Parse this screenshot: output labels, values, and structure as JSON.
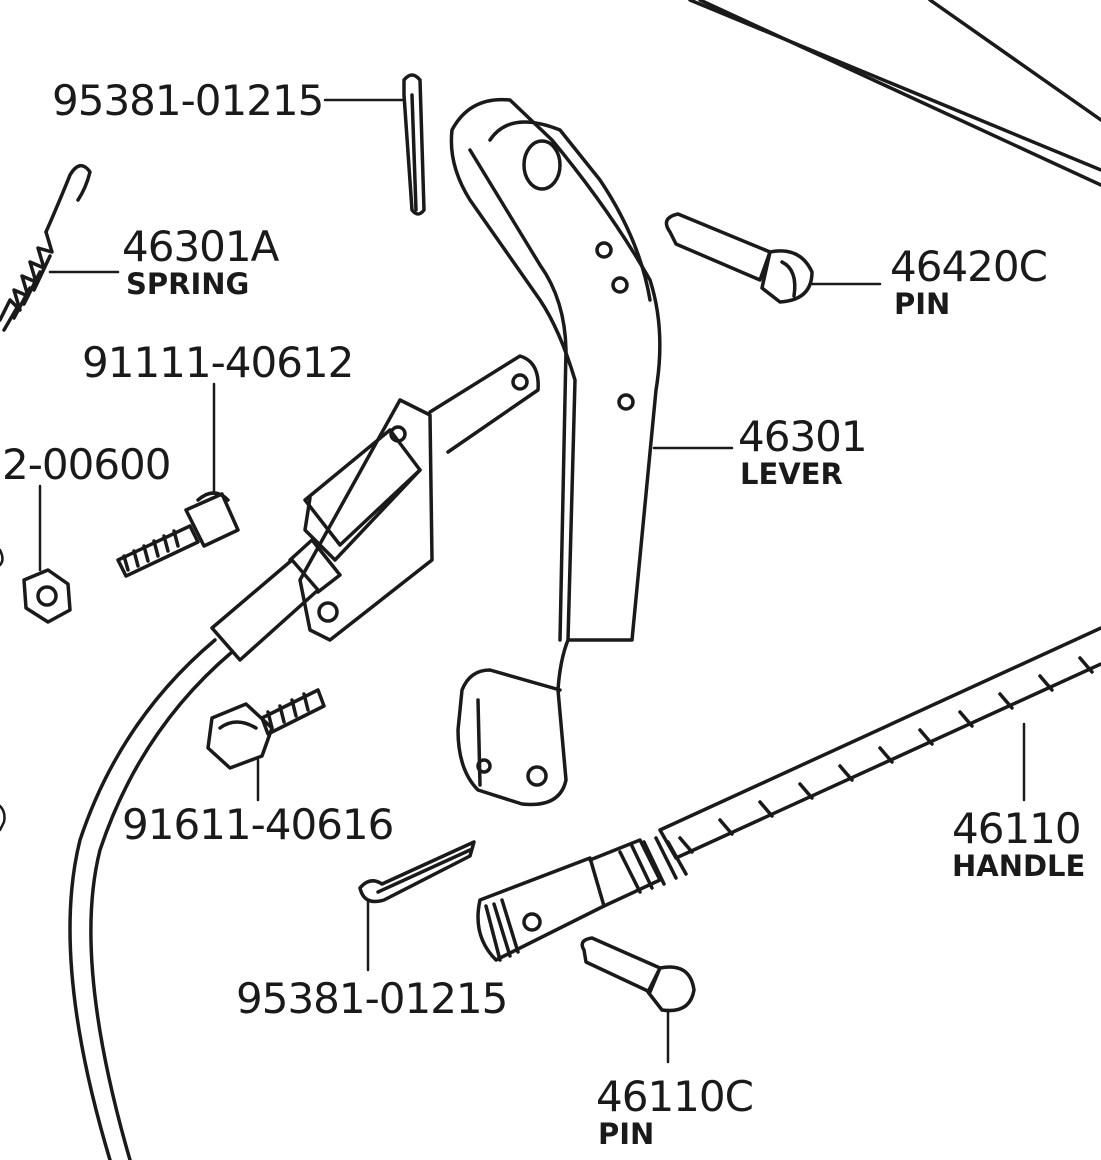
{
  "colors": {
    "ink": "#1a1a1a",
    "paper": "#ffffff"
  },
  "labels": {
    "cotter_pin_top": {
      "part_no": "95381-01215"
    },
    "spring": {
      "part_no": "46301A",
      "name": "SPRING"
    },
    "bolt_upper": {
      "part_no": "91111-40612"
    },
    "nut": {
      "part_no": "2-00600"
    },
    "pin_right": {
      "part_no": "46420C",
      "name": "PIN"
    },
    "lever": {
      "part_no": "46301",
      "name": "LEVER"
    },
    "bolt_lower": {
      "part_no": "91611-40616"
    },
    "handle": {
      "part_no": "46110",
      "name": "HANDLE"
    },
    "cotter_pin_bottom": {
      "part_no": "95381-01215"
    },
    "pin_bottom": {
      "part_no": "46110C",
      "name": "PIN"
    }
  }
}
